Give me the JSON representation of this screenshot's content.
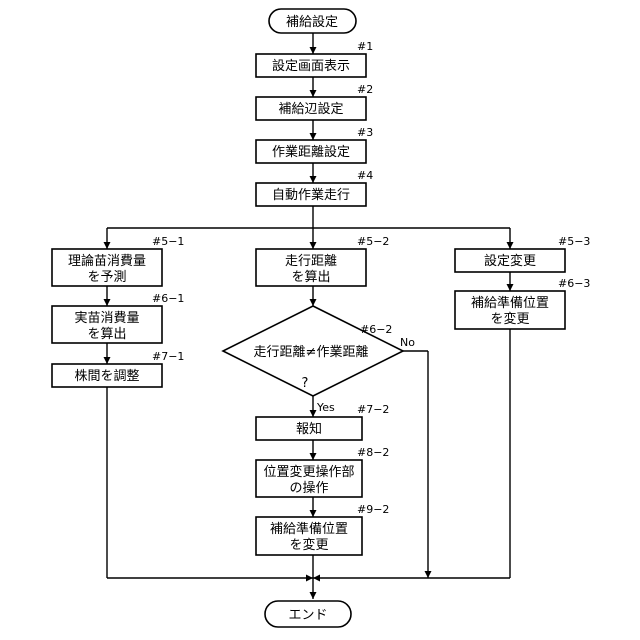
{
  "start": "補給設定",
  "end": "エンド",
  "steps": {
    "s1": {
      "label": "設定画面表示",
      "num": "#1"
    },
    "s2": {
      "label": "補給辺設定",
      "num": "#2"
    },
    "s3": {
      "label": "作業距離設定",
      "num": "#3"
    },
    "s4": {
      "label": "自動作業走行",
      "num": "#4"
    },
    "s51": {
      "line1": "理論苗消費量",
      "line2": "を予測",
      "num": "#5−1"
    },
    "s52": {
      "line1": "走行距離",
      "line2": "を算出",
      "num": "#5−2"
    },
    "s53": {
      "label": "設定変更",
      "num": "#5−3"
    },
    "s61": {
      "line1": "実苗消費量",
      "line2": "を算出",
      "num": "#6−1"
    },
    "s62": {
      "label": "走行距離≠作業距離",
      "q": "?",
      "num": "#6−2"
    },
    "s63": {
      "line1": "補給準備位置",
      "line2": "を変更",
      "num": "#6−3"
    },
    "s71": {
      "label": "株間を調整",
      "num": "#7−1"
    },
    "s72": {
      "label": "報知",
      "num": "#7−2"
    },
    "s82": {
      "line1": "位置変更操作部",
      "line2": "の操作",
      "num": "#8−2"
    },
    "s92": {
      "line1": "補給準備位置",
      "line2": "を変更",
      "num": "#9−2"
    }
  },
  "branches": {
    "yes": "Yes",
    "no": "No"
  }
}
